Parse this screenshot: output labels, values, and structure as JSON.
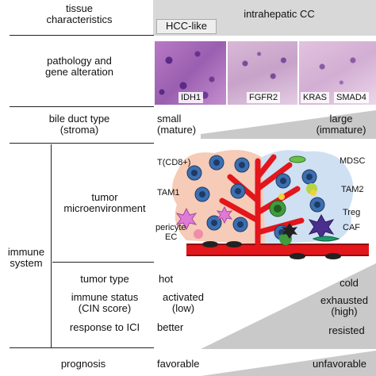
{
  "rows": {
    "tissue": {
      "label_line1": "tissue",
      "label_line2": "characteristics",
      "hcc_like": "HCC-like",
      "intrahepatic": "intrahepatic CC"
    },
    "pathology": {
      "label_line1": "pathology and",
      "label_line2": "gene alteration",
      "panels": [
        "IDH1",
        "FGFR2",
        "KRAS",
        "SMAD4"
      ]
    },
    "bile_duct": {
      "label_line1": "bile duct type",
      "label_line2": "(stroma)",
      "left_line1": "small",
      "left_line2": "(mature)",
      "right_line1": "large",
      "right_line2": "(immature)"
    },
    "immune": {
      "label_line1": "immune",
      "label_line2": "system",
      "tme_line1": "tumor",
      "tme_line2": "microenvironment",
      "cells": {
        "tcd8": "T(CD8+)",
        "tam1": "TAM1",
        "pericyte": "pericyte",
        "ec": "EC",
        "mdsc": "MDSC",
        "tam2": "TAM2",
        "treg": "Treg",
        "caf": "CAF"
      },
      "tumor_type": {
        "label": "tumor type",
        "left": "hot",
        "right": "cold"
      },
      "immune_status": {
        "label_line1": "immune status",
        "label_line2": "(CIN score)",
        "left_line1": "activated",
        "left_line2": "(low)",
        "right_line1": "exhausted",
        "right_line2": "(high)"
      },
      "ici": {
        "label": "response to ICI",
        "left": "better",
        "right": "resisted"
      }
    },
    "prognosis": {
      "label": "prognosis",
      "left": "favorable",
      "right": "unfavorable"
    }
  },
  "colors": {
    "wedge_gray": "#c9c9c9",
    "vessel_red": "#e3161b",
    "tumor_pink": "#f6cbb7",
    "stroma_blue": "#cfe0f3",
    "tumor_cell": "#3c6fb0"
  }
}
